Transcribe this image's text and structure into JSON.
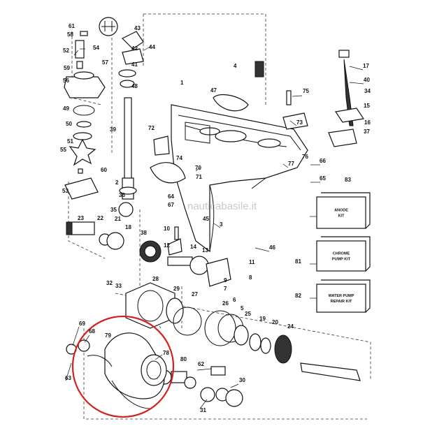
{
  "watermark": "nauticabasile.it",
  "kits": [
    {
      "number": "83",
      "lines": [
        "ANODE",
        "KIT"
      ]
    },
    {
      "number": "81",
      "lines": [
        "CHROME",
        "PUMP KIT"
      ]
    },
    {
      "number": "82",
      "lines": [
        "WATER PUMP",
        "REPAIR KIT"
      ]
    }
  ],
  "callouts": [
    "61",
    "58",
    "54",
    "43",
    "44",
    "52",
    "42",
    "57",
    "59",
    "41",
    "56",
    "48",
    "49",
    "50",
    "51",
    "39",
    "55",
    "60",
    "53",
    "2",
    "36",
    "35",
    "23",
    "22",
    "21",
    "18",
    "38",
    "72",
    "47",
    "1",
    "75",
    "73",
    "17",
    "40",
    "34",
    "15",
    "16",
    "37",
    "4",
    "74",
    "70",
    "71",
    "76",
    "77",
    "66",
    "65",
    "64",
    "67",
    "3",
    "45",
    "46",
    "10",
    "12",
    "14",
    "13",
    "11",
    "8",
    "9",
    "32",
    "33",
    "28",
    "29",
    "27",
    "26",
    "25",
    "19",
    "20",
    "24",
    "7",
    "6",
    "5",
    "69",
    "68",
    "79",
    "78",
    "63",
    "80",
    "62",
    "31",
    "30"
  ],
  "highlight_color": "#d42020"
}
